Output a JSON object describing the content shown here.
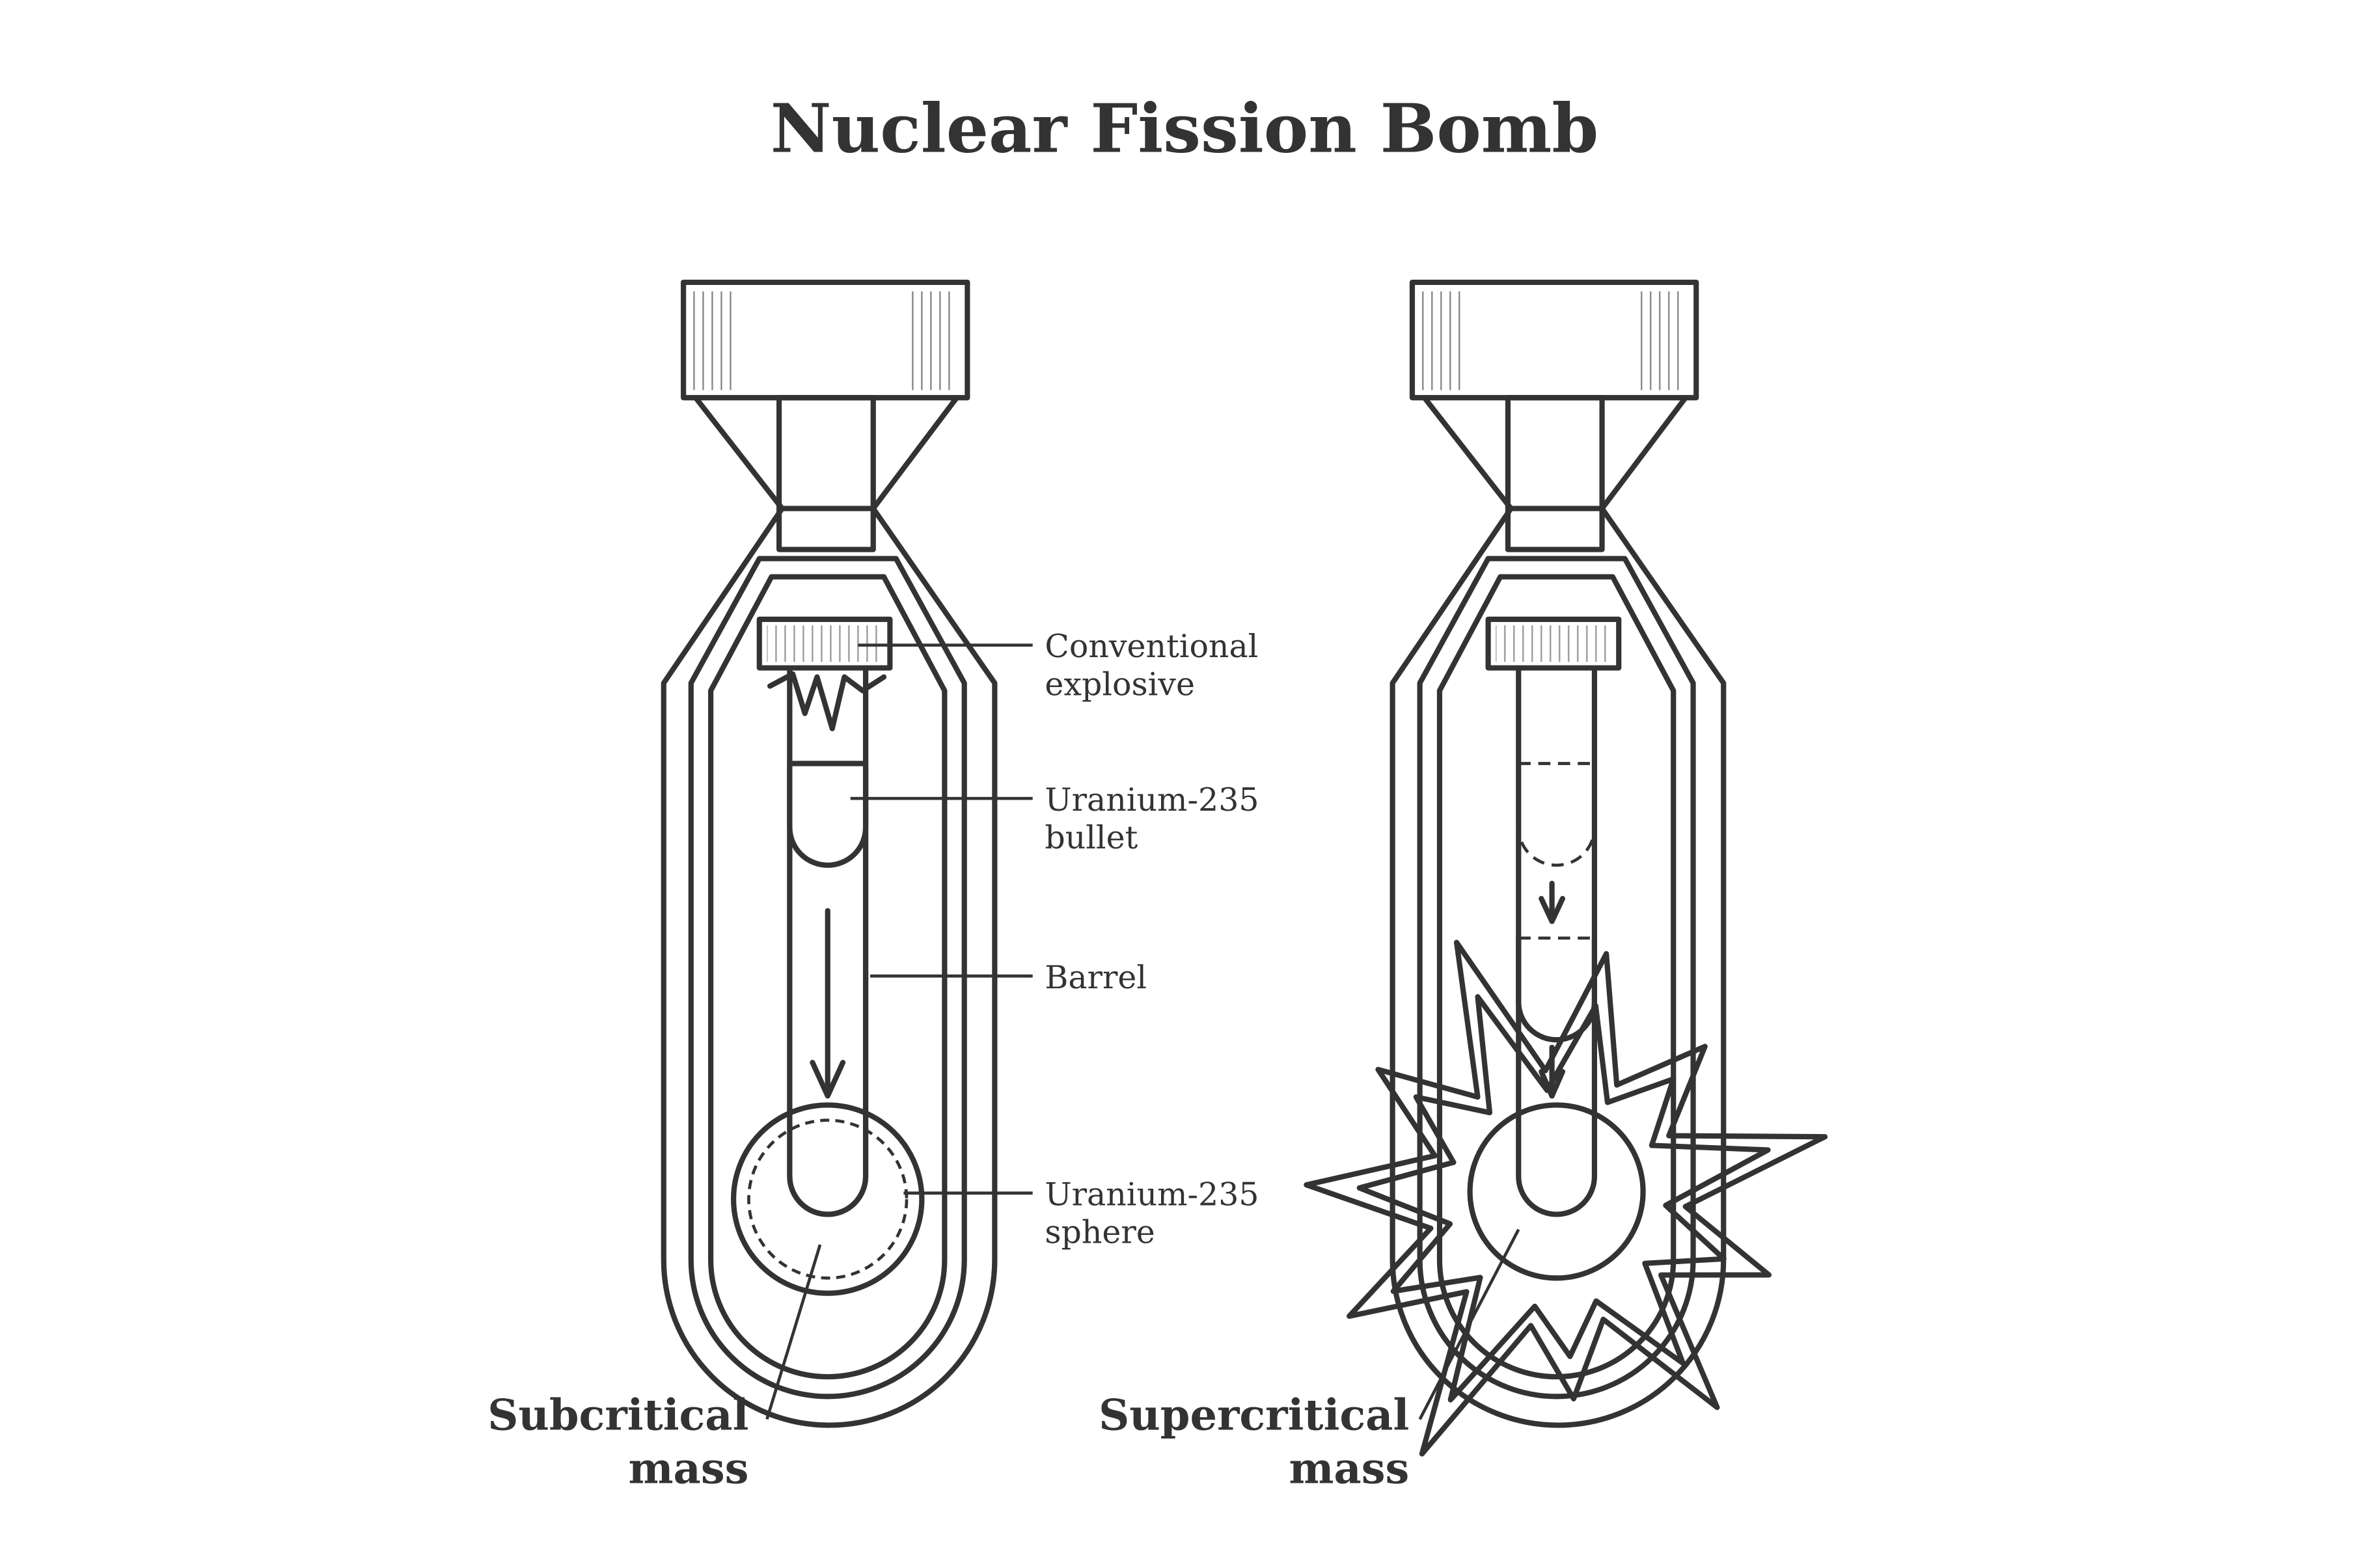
{
  "title": "Nuclear Fission Bomb",
  "left_bomb": {
    "labels": {
      "conventional_explosive": [
        "Conventional",
        "explosive"
      ],
      "uranium_bullet": [
        "Uranium-235",
        "bullet"
      ],
      "barrel": "Barrel",
      "uranium_sphere": [
        "Uranium-235",
        "sphere"
      ]
    },
    "caption": [
      "Subcritical",
      "mass"
    ]
  },
  "right_bomb": {
    "caption": [
      "Supercritical",
      "mass"
    ]
  },
  "colors": {
    "ink": "#333333",
    "background": "#ffffff"
  }
}
